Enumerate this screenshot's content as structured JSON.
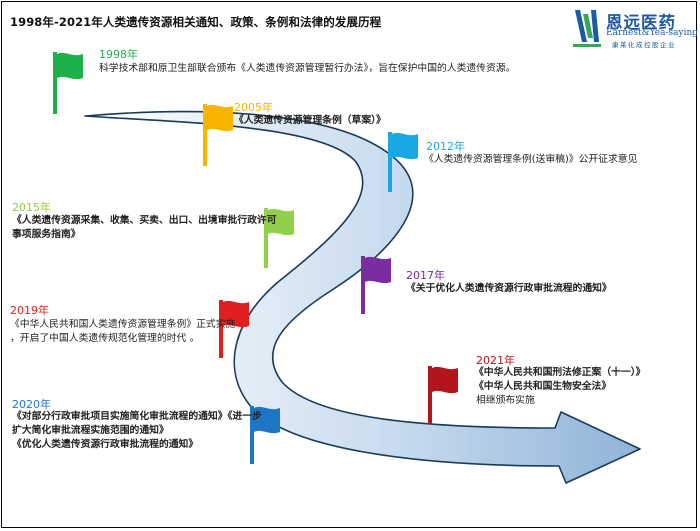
{
  "title": "1998年-2021年人类遗传资源相关通知、政策、条例和法律的发展历程",
  "logo": {
    "name_cn": "恩远医药",
    "name_en": "Earnest&Yea-saying",
    "slogan": "康莱化成控股企业",
    "colors": [
      "#1c5aa6",
      "#34a853"
    ]
  },
  "events": [
    {
      "year": "1998年",
      "color": "#1eb14b",
      "lines": [
        "科学技术部和原卫生部联合颁布《人类遗传资源管理暂行办法》，旨在保护中国的人类遗传资源。"
      ]
    },
    {
      "year": "2005年",
      "color": "#f7b500",
      "lines": [
        "《人类遗传资源管理条例（草案）》"
      ]
    },
    {
      "year": "2012年",
      "color": "#1aa7e6",
      "lines": [
        "《人类遗传资源管理条例(送审稿)》公开征求意见"
      ]
    },
    {
      "year": "2015年",
      "color": "#92cf4a",
      "lines": [
        "《人类遗传资源采集、收集、买卖、出口、出境审批行政许可",
        "事项服务指南》"
      ]
    },
    {
      "year": "2017年",
      "color": "#7a2ca0",
      "lines": [
        "《关于优化人类遗传资源行政审批流程的通知》"
      ]
    },
    {
      "year": "2019年",
      "color": "#e02020",
      "lines": [
        "《中华人民共和国人类遗传资源管理条例》正式实施",
        "，开启了中国人类遗传规范化管理的时代 。"
      ]
    },
    {
      "year": "2021年",
      "color": "#b3151c",
      "lines": [
        "《中华人民共和国刑法修正案（十一）》",
        "《中华人民共和国生物安全法》",
        "相继颁布实施"
      ]
    },
    {
      "year": "2020年",
      "color": "#1f76c6",
      "lines": [
        "《对部分行政审批项目实施简化审批流程的通知》《进一步",
        "扩大简化审批流程实施范围的通知》",
        "《优化人类遗传资源行政审批流程的通知》"
      ]
    }
  ]
}
